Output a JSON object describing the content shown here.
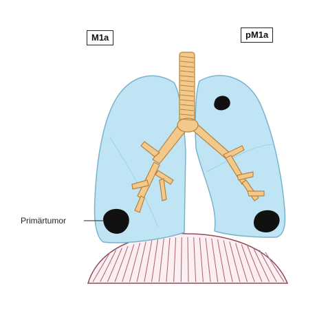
{
  "labels": {
    "left": "M1a",
    "right": "pM1a",
    "primary_tumor": "Primärtumor"
  },
  "colors": {
    "lung_fill": "#bfe5f5",
    "lung_stroke": "#7ab2cc",
    "bronchi_fill": "#f3c98b",
    "bronchi_stroke": "#b8823a",
    "tumor": "#111111",
    "diaphragm_lines": "#b3697a"
  }
}
